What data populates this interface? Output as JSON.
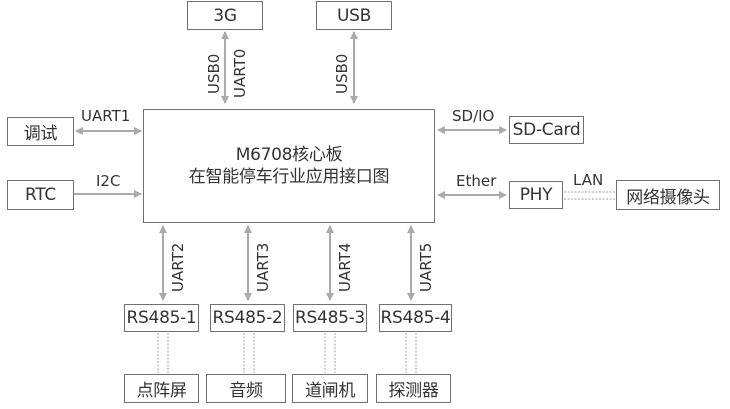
{
  "diagram": {
    "core": {
      "line1": "M6708核心板",
      "line2": "在智能停车行业应用接口图"
    },
    "top": [
      {
        "box": "3G",
        "links": [
          "USB0",
          "UART0"
        ],
        "direction": "bidirectional"
      },
      {
        "box": "USB",
        "links": [
          "USB0"
        ],
        "direction": "bidirectional"
      }
    ],
    "left": [
      {
        "box": "调试",
        "link": "UART1",
        "direction": "bidirectional"
      },
      {
        "box": "RTC",
        "link": "I2C",
        "direction": "to-core"
      }
    ],
    "right": [
      {
        "box": "SD-Card",
        "link": "SD/IO",
        "direction": "bidirectional"
      },
      {
        "box": "PHY",
        "link": "Ether",
        "direction": "bidirectional",
        "downstream": {
          "box": "网络摄像头",
          "link": "LAN",
          "style": "dotted"
        }
      }
    ],
    "bottom": [
      {
        "link": "UART2",
        "box": "RS485-1",
        "device": "点阵屏"
      },
      {
        "link": "UART3",
        "box": "RS485-2",
        "device": "音频"
      },
      {
        "link": "UART4",
        "box": "RS485-3",
        "device": "道闸机"
      },
      {
        "link": "UART5",
        "box": "RS485-4",
        "device": "探测器"
      }
    ],
    "colors": {
      "box_border": "#707070",
      "arrow": "#aaaaaa",
      "dotted": "#b0b0b0",
      "text": "#333333"
    }
  }
}
